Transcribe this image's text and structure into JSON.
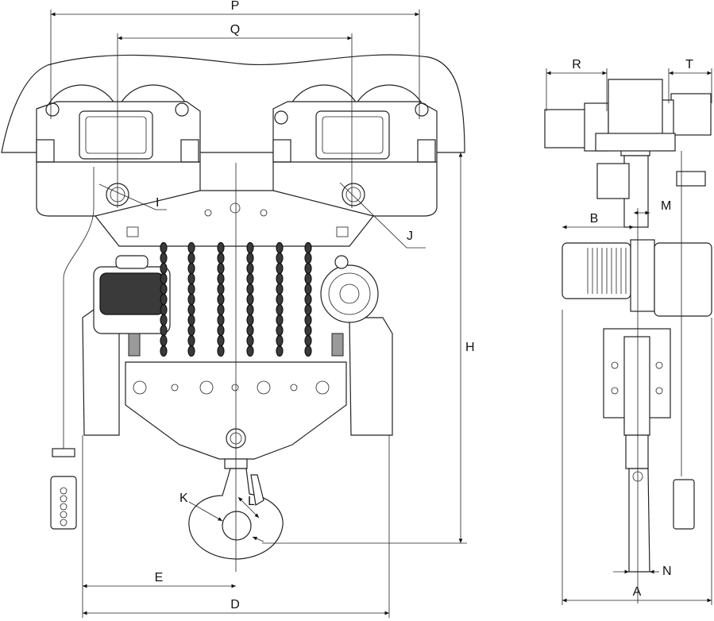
{
  "labels": {
    "P": "P",
    "Q": "Q",
    "R": "R",
    "T": "T",
    "I": "I",
    "J": "J",
    "B": "B",
    "M": "M",
    "H": "H",
    "K": "K",
    "L": "L",
    "E": "E",
    "D": "D",
    "N": "N",
    "A": "A"
  }
}
